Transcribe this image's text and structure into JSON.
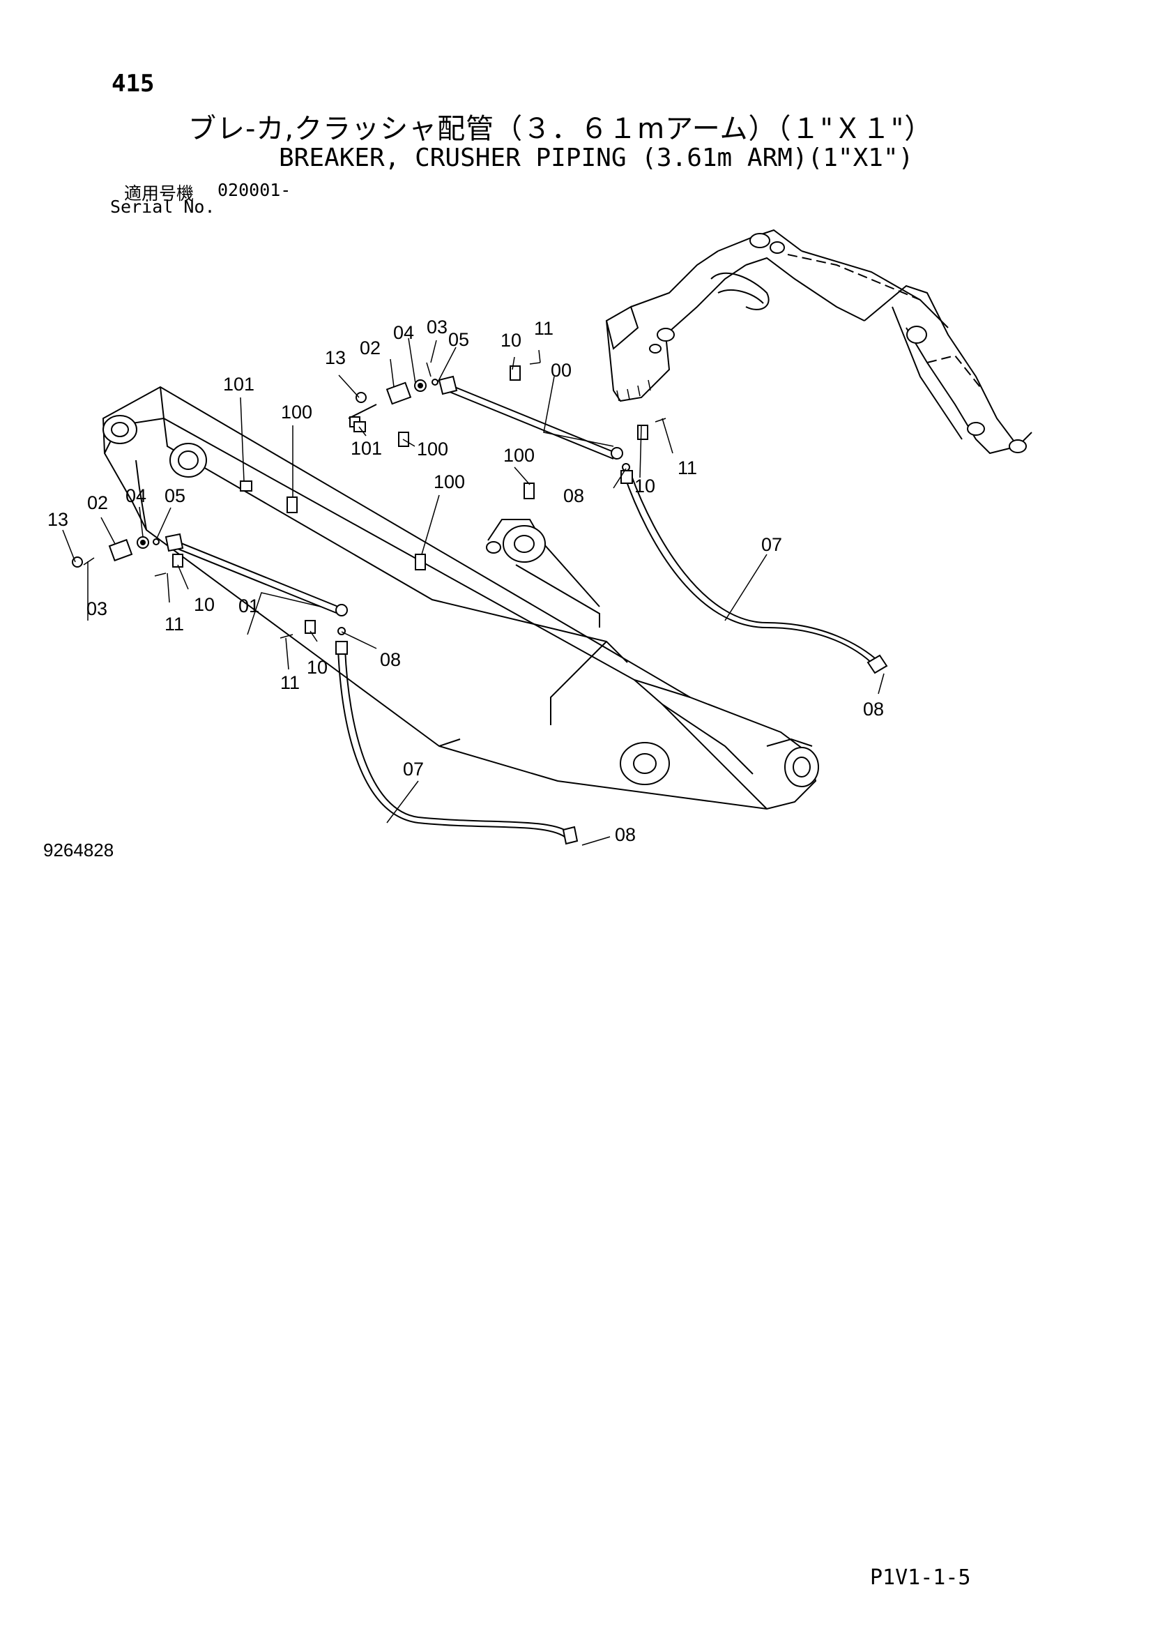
{
  "header": {
    "page_number": "415",
    "title_jp": "ブレ-カ,クラッシャ配管（３．６１mアーム）（１\"Ｘ１\"）",
    "title_en": "BREAKER, CRUSHER PIPING (3.61m ARM)(1\"X1\")",
    "serial_label_jp": "適用号機",
    "serial_value": "020001-",
    "serial_label_en": "Serial No."
  },
  "diagram": {
    "callouts": {
      "c00": "00",
      "c01": "01",
      "c02a": "02",
      "c02b": "02",
      "c03a": "03",
      "c03b": "03",
      "c04a": "04",
      "c04b": "04",
      "c05a": "05",
      "c05b": "05",
      "c07a": "07",
      "c07b": "07",
      "c08a": "08",
      "c08b": "08",
      "c08c": "08",
      "c08d": "08",
      "c10a": "10",
      "c10b": "10",
      "c10c": "10",
      "c10d": "10",
      "c11a": "11",
      "c11b": "11",
      "c11c": "11",
      "c11d": "11",
      "c13a": "13",
      "c13b": "13",
      "c100a": "100",
      "c100b": "100",
      "c100c": "100",
      "c100d": "100",
      "c101a": "101",
      "c101b": "101"
    },
    "diagram_id": "9264828"
  },
  "footer": {
    "page_code": "P1V1-1-5"
  }
}
